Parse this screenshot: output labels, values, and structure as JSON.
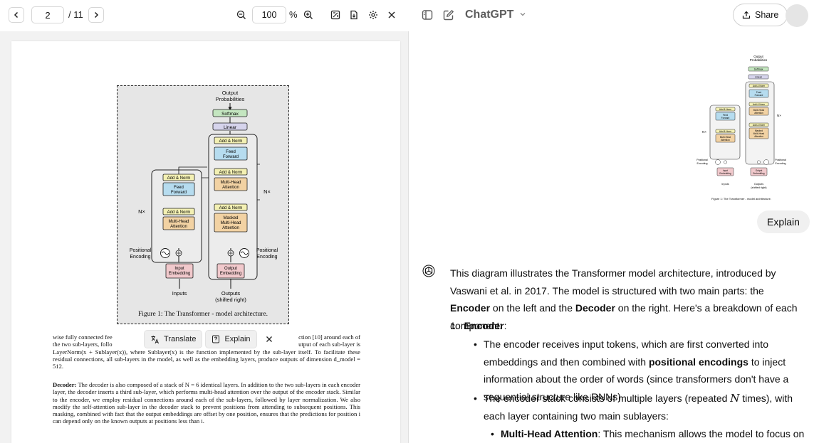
{
  "viewer": {
    "page_current": "2",
    "page_total": "/ 11",
    "zoom_value": "100",
    "zoom_unit": "%"
  },
  "figure": {
    "output_probs": "Output\nProbabilities",
    "softmax": "Softmax",
    "linear": "Linear",
    "add_norm": "Add & Norm",
    "feed_forward": "Feed\nForward",
    "multi_head": "Multi-Head\nAttention",
    "masked_mha": "Masked\nMulti-Head\nAttention",
    "nx": "N×",
    "positional_encoding": "Positional\nEncoding",
    "input_embedding": "Input\nEmbedding",
    "output_embedding": "Output\nEmbedding",
    "inputs": "Inputs",
    "outputs": "Outputs\n(shifted right)",
    "caption": "Figure 1: The Transformer - model architecture."
  },
  "paper": {
    "para1_line1_a": "wise fully connected fee",
    "para1_line1_b": "ction [10] around each of",
    "para1_line2_a": "the two sub-layers, follo",
    "para1_line2_b": "utput of each sub-layer is",
    "para1_rest": "LayerNorm(x + Sublayer(x)), where Sublayer(x) is the function implemented by the sub-layer itself. To facilitate these residual connections, all sub-layers in the model, as well as the embedding layers, produce outputs of dimension d_model = 512.",
    "para2_head": "Decoder:",
    "para2_text": "The decoder is also composed of a stack of N = 6 identical layers. In addition to the two sub-layers in each encoder layer, the decoder inserts a third sub-layer, which performs multi-head attention over the output of the encoder stack. Similar to the encoder, we employ residual connections around each of the sub-layers, followed by layer normalization. We also modify the self-attention sub-layer in the decoder stack to prevent positions from attending to subsequent positions. This masking, combined with fact that the output embeddings are offset by one position, ensures that the predictions for position i can depend only on the known outputs at positions less than i."
  },
  "selection_bar": {
    "translate": "Translate",
    "explain": "Explain"
  },
  "chat": {
    "title": "ChatGPT",
    "share": "Share",
    "user_message": "Explain",
    "answer_p1_a": "This diagram illustrates the Transformer model architecture, introduced by Vaswani et al. in 2017. The model is structured with two main parts: the ",
    "answer_p1_enc": "Encoder",
    "answer_p1_b": " on the left and the ",
    "answer_p1_dec": "Decoder",
    "answer_p1_c": " on the right. Here's a breakdown of each component:",
    "list1_num": "1.",
    "list1_label": "Encoder",
    "list1_colon": ":",
    "b1_a": "The encoder receives input tokens, which are first converted into embeddings and then combined with ",
    "b1_bold": "positional encodings",
    "b1_c": " to inject information about the order of words (since transformers don't have a sequential structure like RNNs).",
    "b2_a": "The encoder stack consists of multiple layers (repeated ",
    "b2_n": "N",
    "b2_c": " times), with each layer containing two main sublayers:",
    "b3_bold": "Multi-Head Attention",
    "b3_c": ": This mechanism allows the model to focus on different"
  },
  "colors": {
    "addnorm": "#f3f0b3",
    "feedforward": "#b6dcef",
    "attention": "#f2d2a3",
    "embedding": "#f1c9cc",
    "softmax": "#c4e6c0",
    "linear": "#d6d4ec",
    "figure_bg": "#e6e6e6"
  }
}
